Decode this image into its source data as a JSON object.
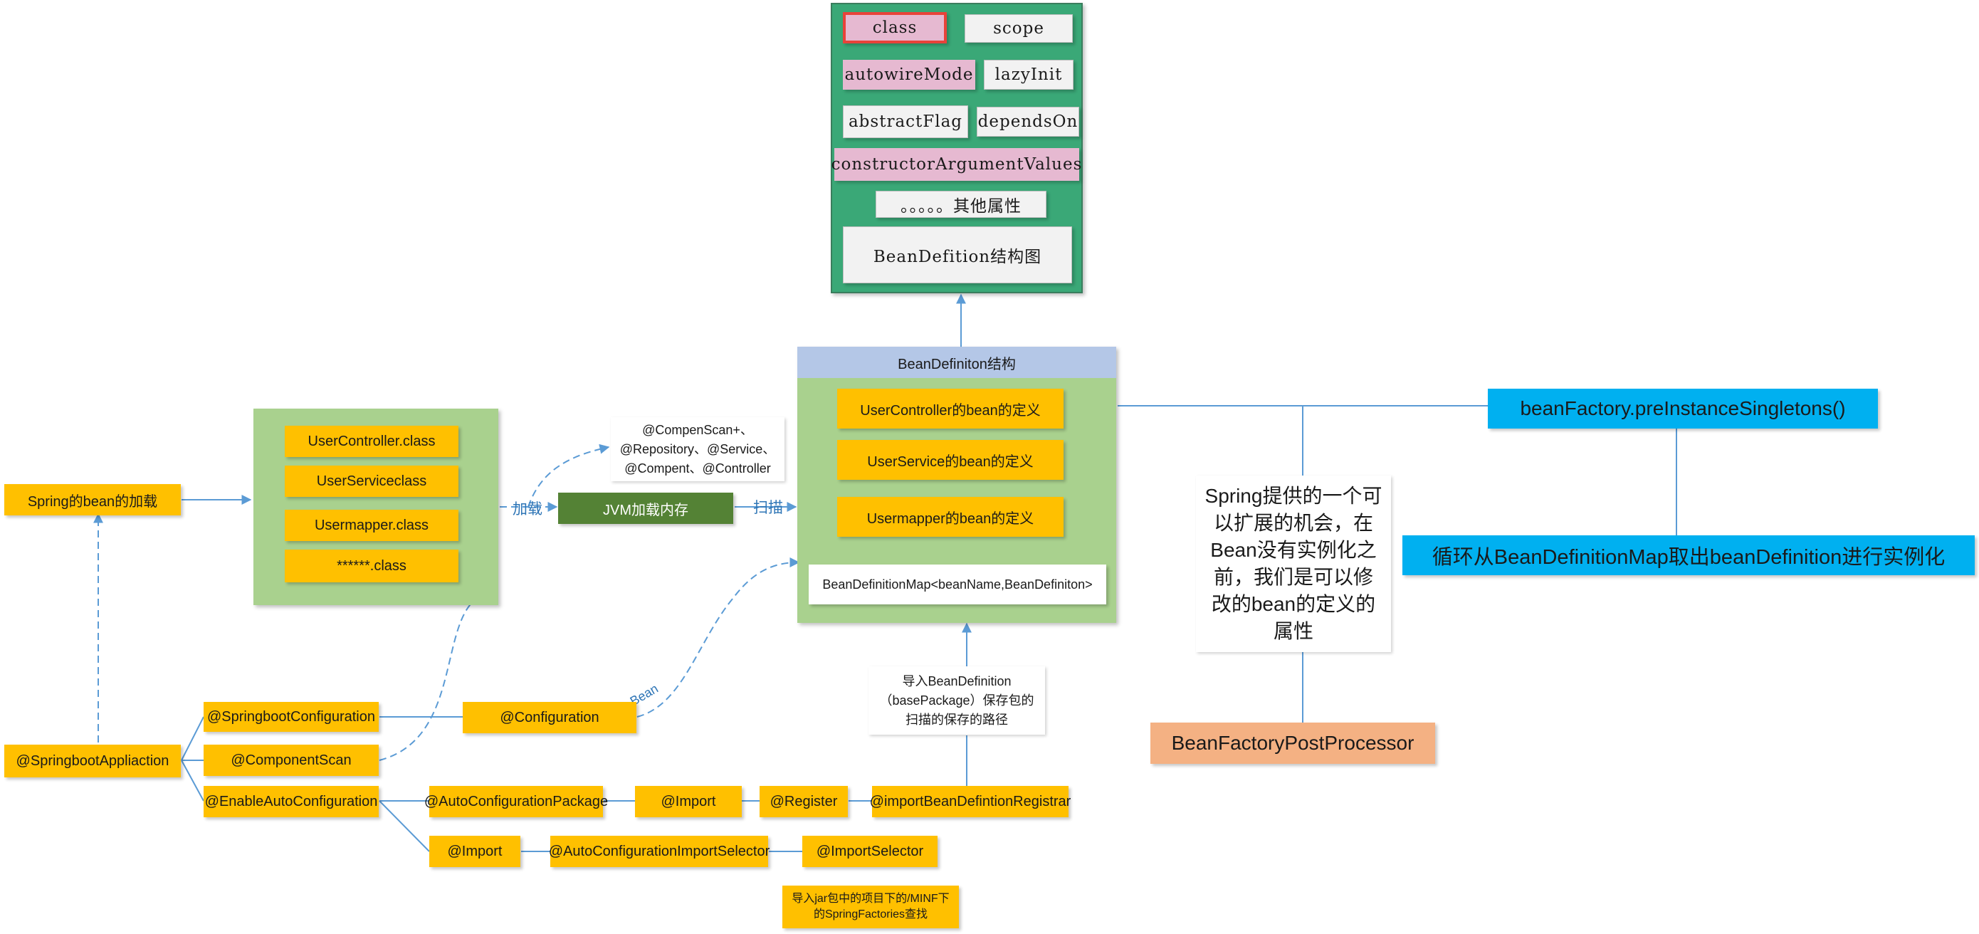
{
  "bd_panel": {
    "fields": [
      "class",
      "scope",
      "autowireMode",
      "lazyInit",
      "abstractFlag",
      "dependsOn",
      "constructorArgumentValues",
      "。。。。。其他属性"
    ],
    "caption": "BeanDefition结构图"
  },
  "bd_struct": {
    "header": "BeanDefiniton结构",
    "items": [
      "UserController的bean的定义",
      "UserService的bean的定义",
      "Usermapper的bean的定义"
    ],
    "map": "BeanDefinitionMap<beanName,BeanDefiniton>"
  },
  "class_panel": {
    "items": [
      "UserController.class",
      "UserServiceclass",
      "Usermapper.class",
      "******.class"
    ]
  },
  "spring_bean_load": "Spring的bean的加载",
  "jvm": "JVM加载内存",
  "labels": {
    "load": "加载",
    "scan": "扫描",
    "bean": "Bean"
  },
  "scan_note": [
    "@CompenScan+、",
    "@Repository、@Service、",
    "@Compent、@Controller"
  ],
  "app": "@SpringbootAppliaction",
  "annotations": {
    "springboot_configuration": "@SpringbootConfiguration",
    "component_scan": "@ComponentScan",
    "enable_auto_configuration": "@EnableAutoConfiguration",
    "configuration": "@Configuration",
    "auto_configuration_package": "@AutoConfigurationPackage",
    "import_1": "@Import",
    "register": "@Register",
    "import_registrar": "@importBeanDefintionRegistrar",
    "import_2": "@Import",
    "auto_config_import_selector": "@AutoConfigurationImportSelector",
    "import_selector": "@ImportSelector"
  },
  "import_note": [
    "导入BeanDefinition",
    "（basePackage）保存包的",
    "扫描的保存的路径"
  ],
  "jar_note": [
    "导入jar包中的项目下的/MINF下",
    "的SpringFactories查找"
  ],
  "pre_instance": "beanFactory.preInstanceSingletons()",
  "loop_text": "循环从BeanDefinitionMap取出beanDefinition进行实例化",
  "spring_note": [
    "Spring提供的一个可",
    "以扩展的机会，在",
    "Bean没有实例化之",
    "前，我们是可以修",
    "改的bean的定义的",
    "属性"
  ],
  "post_processor": "BeanFactoryPostProcessor",
  "colors": {
    "orange": "#ffc000",
    "light_green": "#a9d18e",
    "dark_green": "#548235",
    "teal": "#3aa877",
    "pink": "#e6b9d1",
    "blue": "#00b0f0",
    "salmon": "#f4b183",
    "header_blue": "#b4c7e7",
    "line_blue": "#5b9bd5"
  }
}
